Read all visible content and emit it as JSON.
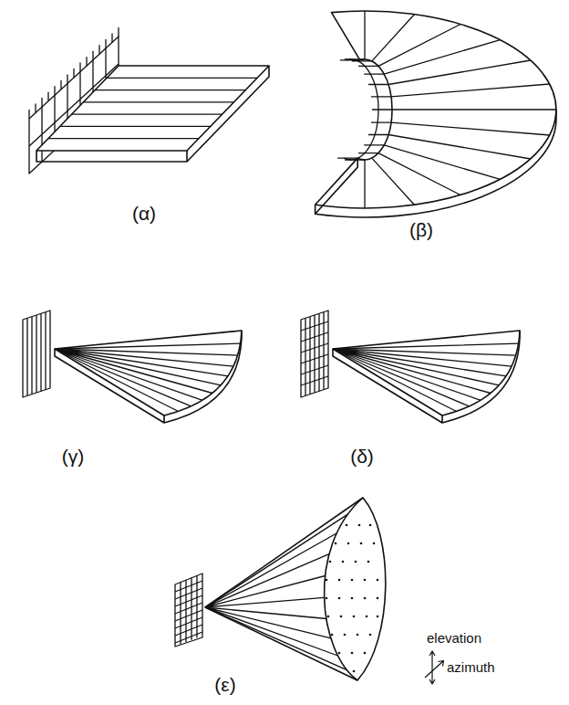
{
  "diagram": {
    "labels": [
      "(α)",
      "(β)",
      "(γ)",
      "(δ)",
      "(ε)",
      "elevation",
      "azimuth"
    ]
  }
}
